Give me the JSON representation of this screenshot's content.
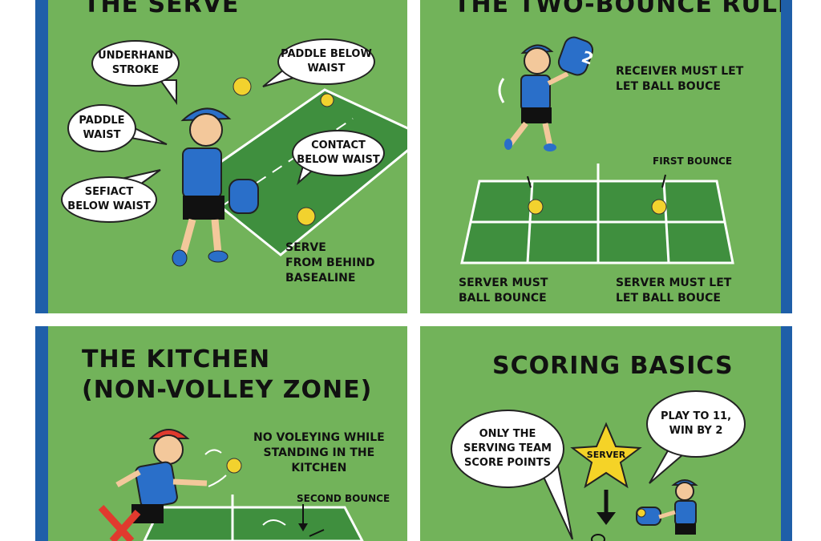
{
  "panels": {
    "serve": {
      "title": "THE SERVE",
      "bubble_underhand": "UNDERHAND\nSTROKE",
      "bubble_paddle_below": "PADDLE BELOW\nWAIST",
      "bubble_paddle_waist": "PADDLE\nWAIST",
      "bubble_contact_right": "CONTACT\nBELOW WAIST",
      "bubble_contact_left": "SEFIACT\nBELOW WAIST",
      "serve_note": "SERVE\nFROM BEHIND\nBASEALINE"
    },
    "two_bounce": {
      "title": "THE TWO-BOUNCE RULE",
      "paddle_number": "2",
      "receiver_note": "RECEIVER MUST LET\nLET BALL BOUCE",
      "first_bounce": "FIRST BOUNCE",
      "server_left": "SERVER MUST\nBALL BOUNCE",
      "server_right": "SERVER MUST LET\nLET BALL BOUCE"
    },
    "kitchen": {
      "title_line1": "THE KITCHEN",
      "title_line2": "(NON-VOLLEY ZONE)",
      "no_volley": "NO VOLEYING WHILE\nSTANDING IN THE\nKITCHEN",
      "second_bounce": "SECOND BOUNCE"
    },
    "scoring": {
      "title": "SCORING BASICS",
      "bubble_serving_team": "ONLY THE\nSERVING TEAM\nSCORE POINTS",
      "star_label": "SERVER",
      "bubble_play_to": "PLAY TO 11,\nWIN BY 2"
    }
  },
  "colors": {
    "grass": "#72b35a",
    "court": "#3f8f3e",
    "frame": "#1f5fa8",
    "ball": "#f2d22e",
    "shirt": "#2a6fc9",
    "star": "#f5d327"
  }
}
